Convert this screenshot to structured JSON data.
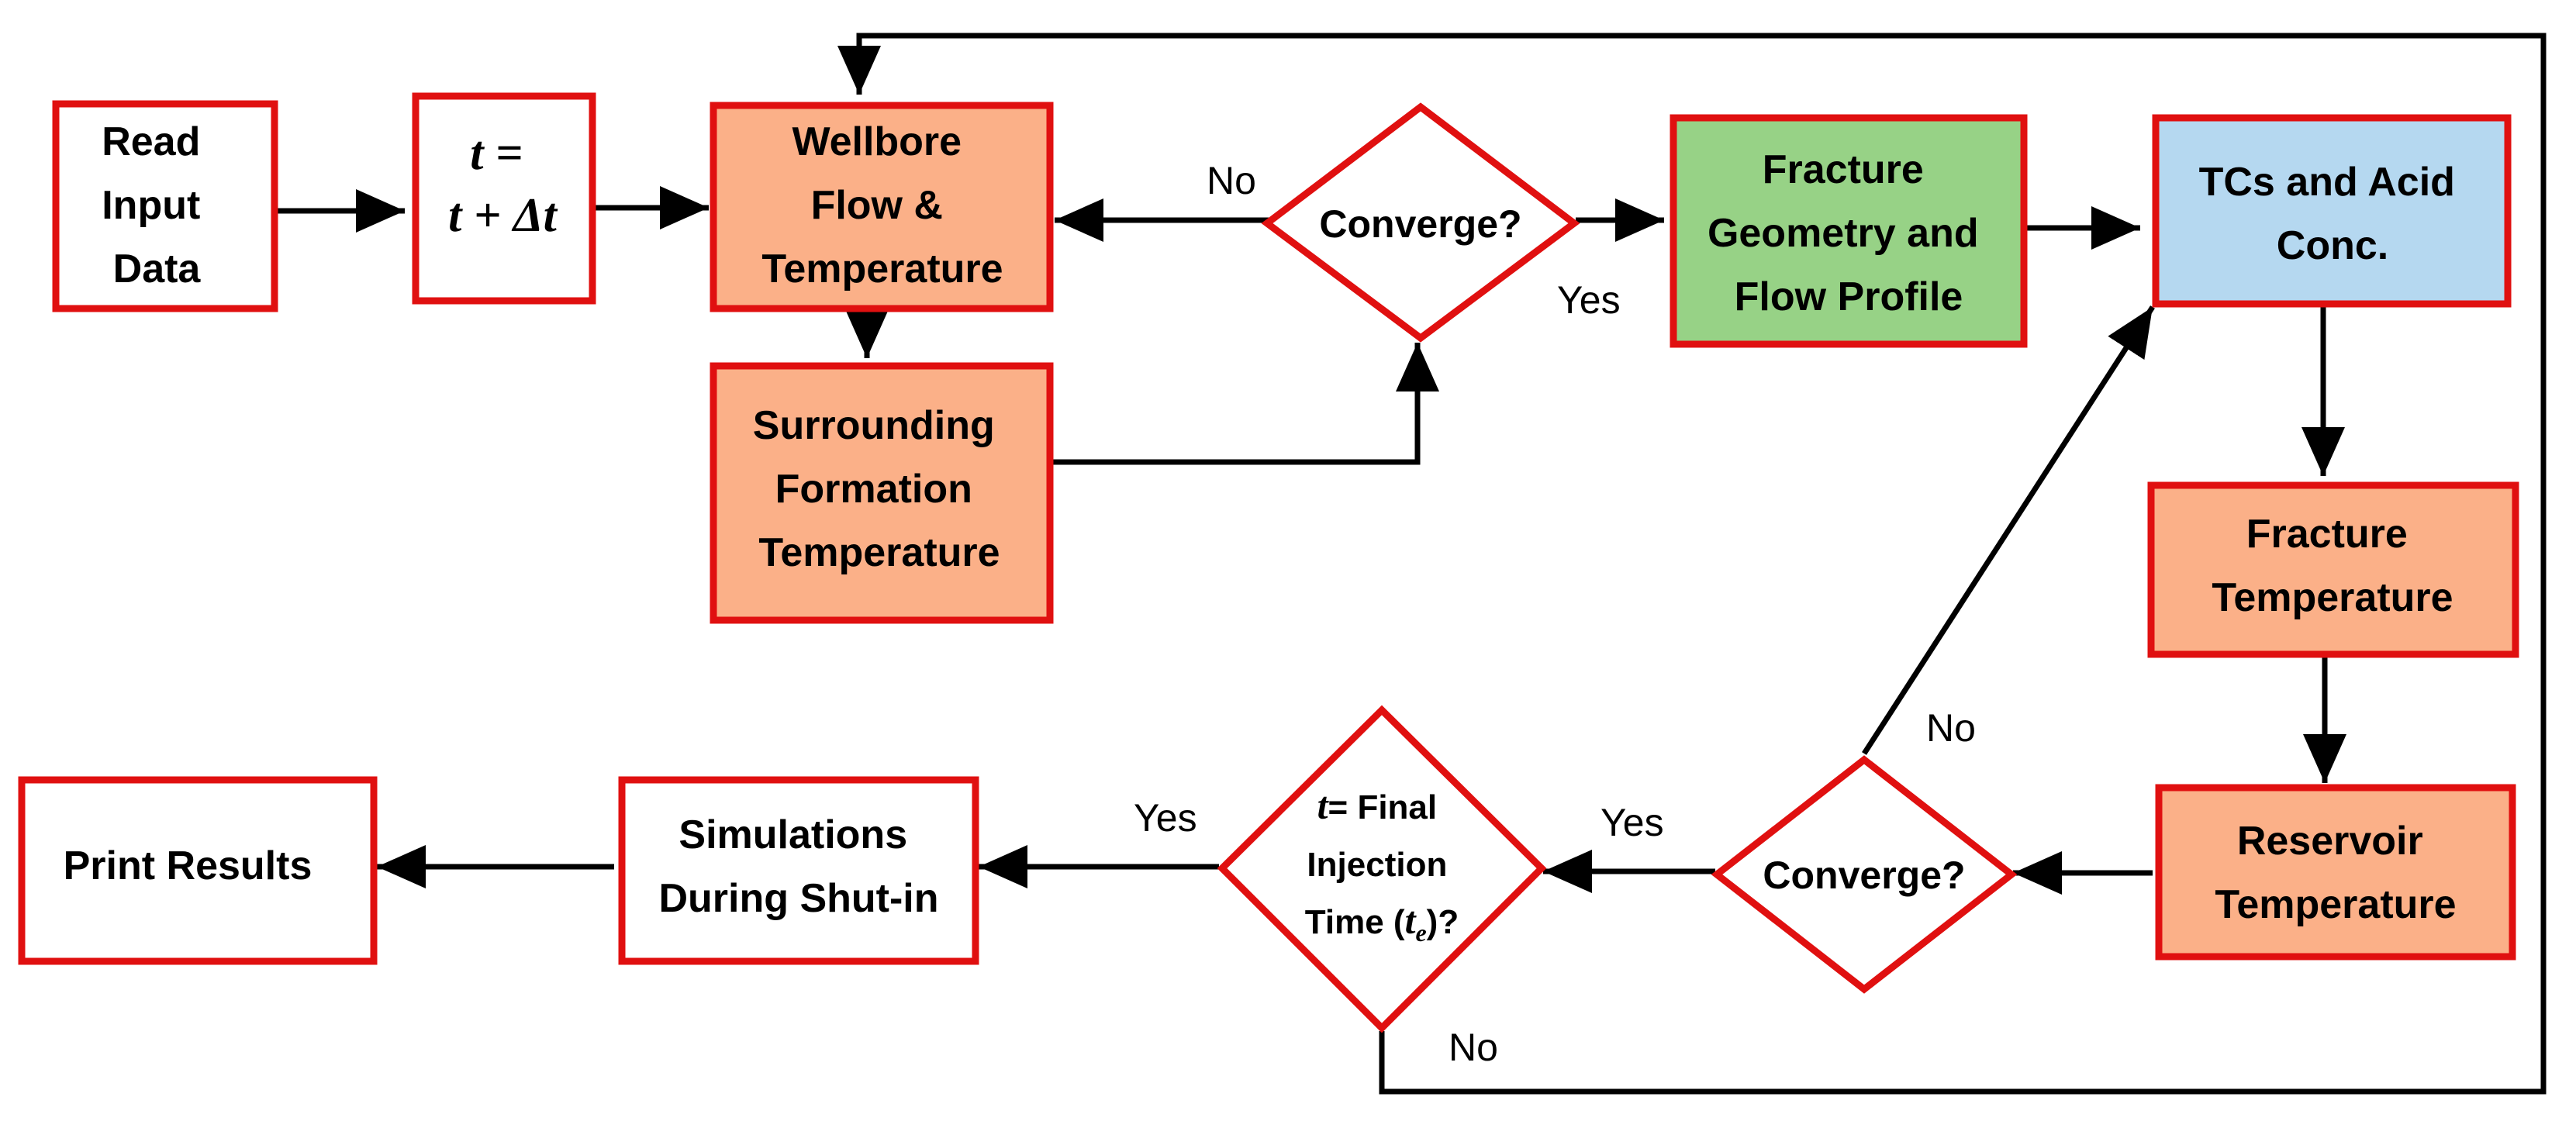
{
  "colors": {
    "border": "#e01010",
    "orange": "#fbb088",
    "green": "#97d286",
    "blue": "#b5d8f0",
    "white": "#ffffff",
    "line": "#000000"
  },
  "nodes": {
    "read_input": {
      "lines": [
        "Read",
        "Input",
        "Data"
      ]
    },
    "time_step": {
      "line1": "t =",
      "line2": "t + Δt"
    },
    "wellbore": {
      "lines": [
        "Wellbore",
        "Flow &",
        "Temperature"
      ]
    },
    "surrounding": {
      "lines": [
        "Surrounding",
        "Formation",
        "Temperature"
      ]
    },
    "converge_top": {
      "lines": [
        "Converge?"
      ]
    },
    "fracture_geometry": {
      "lines": [
        "Fracture",
        "Geometry and",
        "Flow Profile"
      ]
    },
    "tcs_acid": {
      "lines": [
        "TCs and Acid",
        "Conc."
      ]
    },
    "fracture_temp": {
      "lines": [
        "Fracture",
        "Temperature"
      ]
    },
    "reservoir_temp": {
      "lines": [
        "Reservoir",
        "Temperature"
      ]
    },
    "converge_bottom": {
      "lines": [
        "Converge?"
      ]
    },
    "final_time": {
      "line1_var": "t",
      "line1_rest": "= Final",
      "line2": "Injection",
      "line3_pre": "Time (",
      "line3_var": "t",
      "line3_sub": "e",
      "line3_post": ")?"
    },
    "shut_in": {
      "lines": [
        "Simulations",
        "During Shut-in"
      ]
    },
    "print_results": {
      "lines": [
        "Print Results"
      ]
    }
  },
  "edge_labels": {
    "converge_top_no": "No",
    "converge_top_yes": "Yes",
    "converge_bottom_no": "No",
    "converge_bottom_yes": "Yes",
    "final_time_yes": "Yes",
    "final_time_no": "No"
  }
}
